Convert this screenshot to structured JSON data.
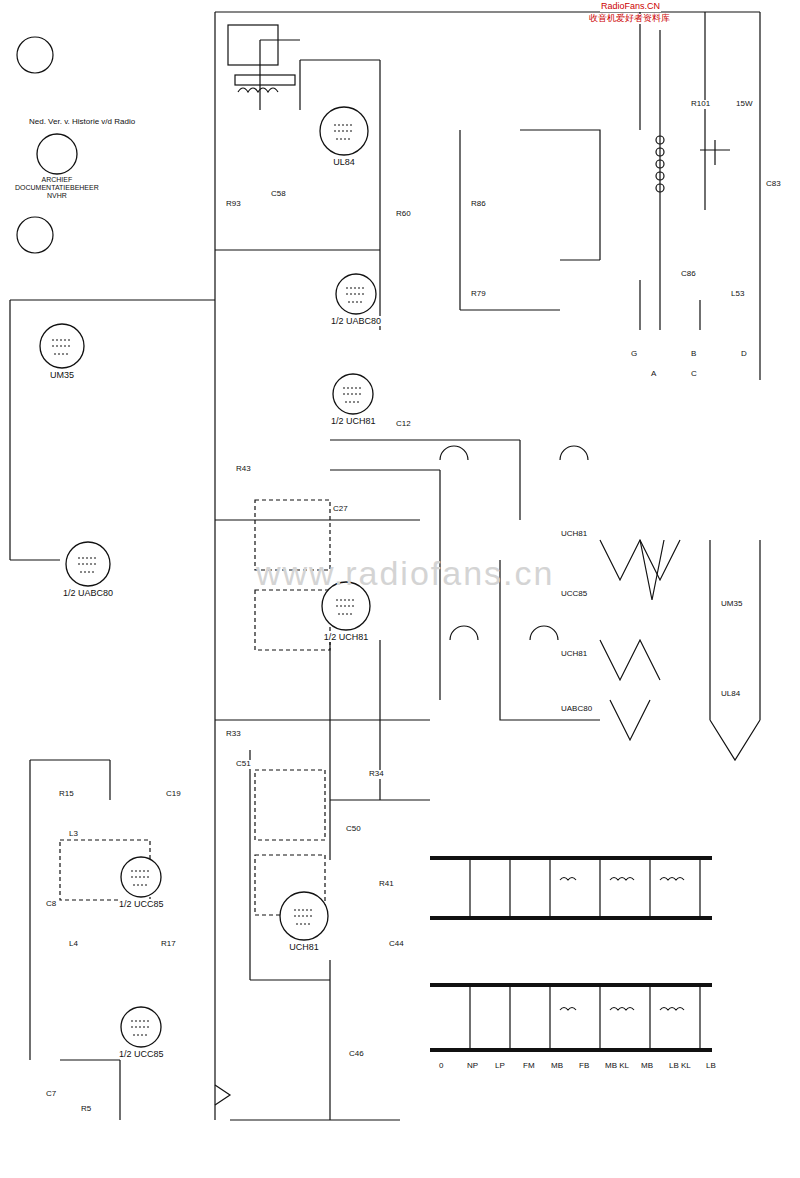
{
  "diagram": {
    "nodes": [
      {
        "text": [
          "ARCHIEF",
          "DOCUMENTATIEBEHEER",
          "NVHR"
        ]
      },
      {
        "text": [
          "UM35"
        ]
      },
      {
        "text": [
          "1/2 UABC80"
        ]
      },
      {
        "text": [
          "UL84"
        ]
      },
      {
        "text": [
          "1/2 UABC80"
        ]
      },
      {
        "text": [
          "1/2 UCH81"
        ]
      },
      {
        "text": [
          "1/2 UCH81"
        ]
      },
      {
        "text": [
          "UCH81"
        ]
      },
      {
        "text": [
          "1/2 UCC85"
        ]
      },
      {
        "text": [
          "1/2 UCC85"
        ]
      }
    ],
    "labels": [
      "Ned. Ver. v. Historie v/d Radio",
      "RadioFans.CN",
      "收音机爱好者资料库",
      "www.radiofans.cn",
      "0",
      "NP",
      "LP",
      "FM",
      "MB",
      "FB",
      "MB KL",
      "MB",
      "LB KL",
      "LB",
      "UCH81",
      "UCC85",
      "UCH81",
      "UABC80",
      "UM35",
      "UL84",
      "R101",
      "15W",
      "C83",
      "C86",
      "L53",
      "G",
      "A",
      "B",
      "C",
      "D",
      "R33",
      "C51",
      "R34",
      "C46",
      "R41",
      "C44",
      "R43",
      "C27",
      "C50",
      "R15",
      "C19",
      "L3",
      "L4",
      "C8",
      "R5",
      "C7",
      "R17",
      "R86",
      "R79",
      "R93",
      "C58",
      "R60",
      "C12"
    ]
  }
}
